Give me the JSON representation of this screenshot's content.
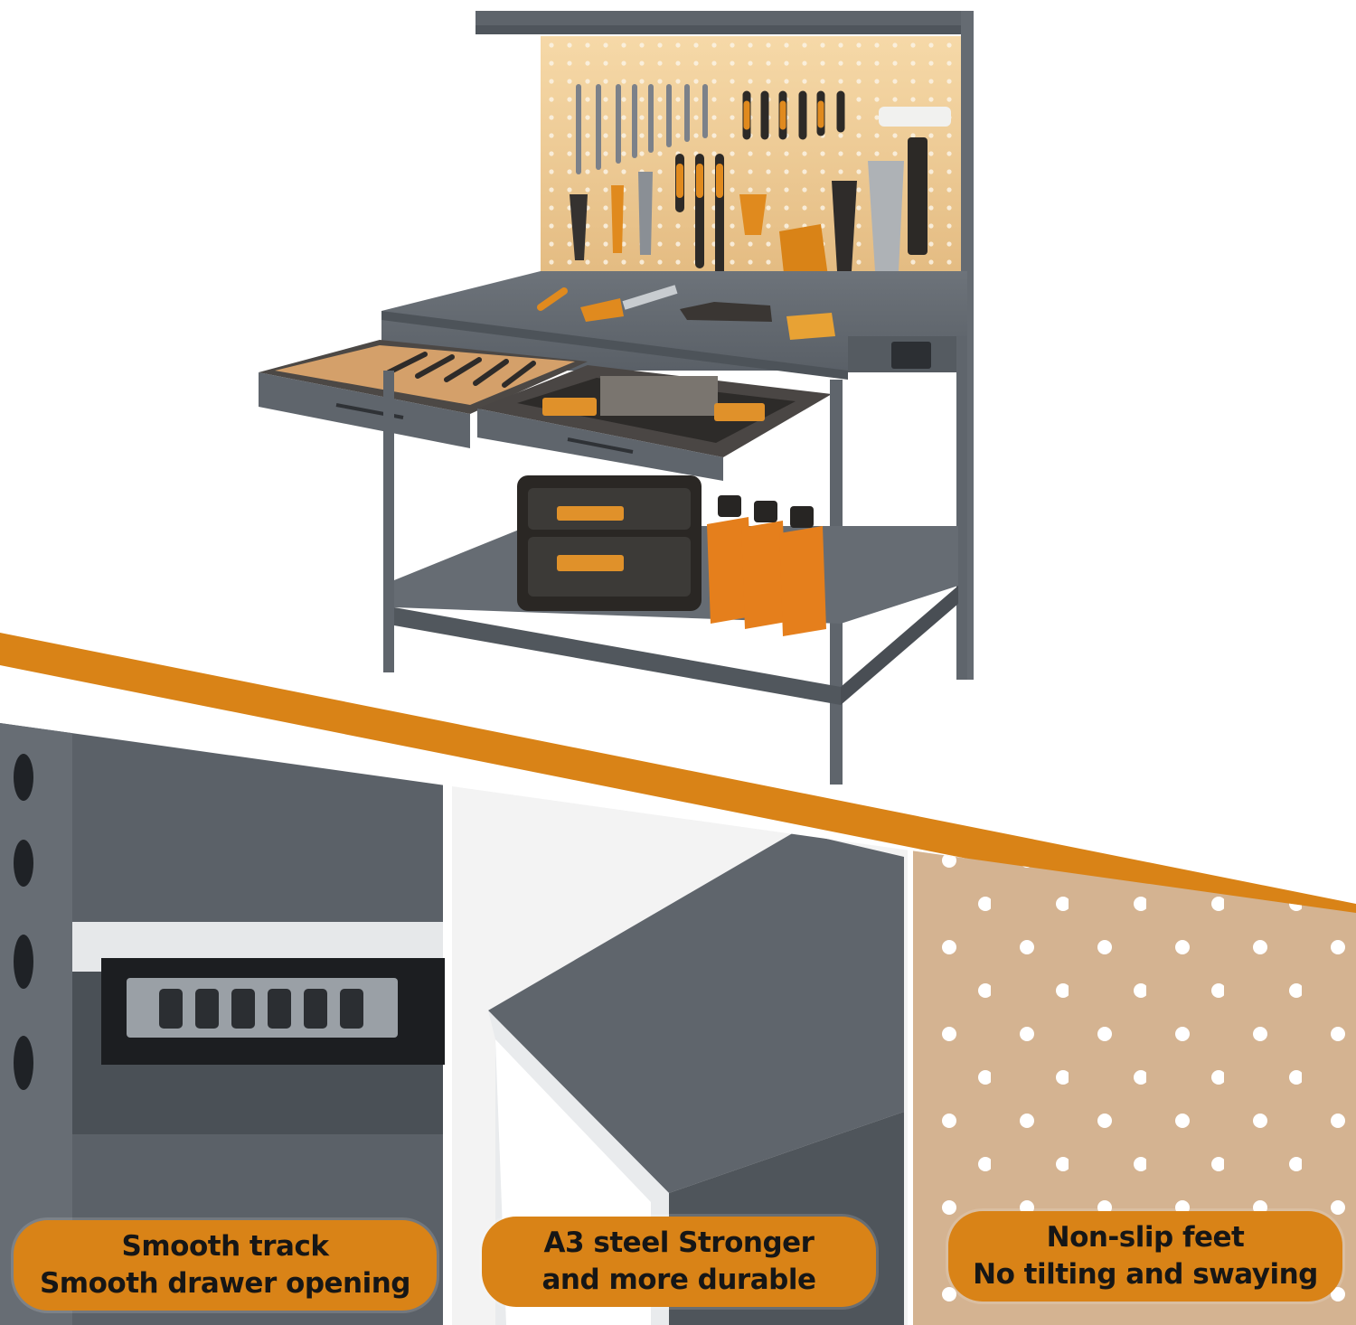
{
  "colors": {
    "accent_orange": "#d98317",
    "steel_gray": "#5f656c",
    "pegboard_tan": "#d9b995",
    "background": "#ffffff"
  },
  "features": [
    {
      "line1": "Smooth track",
      "line2": "Smooth drawer opening"
    },
    {
      "line1": "A3 steel Stronger",
      "line2": "and more durable"
    },
    {
      "line1": "Non-slip feet",
      "line2": "No tilting and swaying"
    }
  ]
}
